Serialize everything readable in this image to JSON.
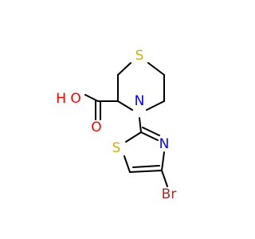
{
  "molecule": {
    "atoms": {
      "sulfur_ring": {
        "label": "S",
        "color": "#ccb300"
      },
      "nitrogen_ring": {
        "label": "N",
        "color": "#0000ff"
      },
      "hydroxyl": {
        "label": "H O",
        "color": "#ff0000"
      },
      "carbonyl_oxygen": {
        "label": "O",
        "color": "#ff0000"
      },
      "sulfur_thiazole": {
        "label": "S",
        "color": "#ccb300"
      },
      "nitrogen_thiazole": {
        "label": "N",
        "color": "#0000ff"
      },
      "bromine": {
        "label": "Br",
        "color": "#a52a2a"
      }
    },
    "bond_color": "#000000",
    "background": "#ffffff"
  }
}
